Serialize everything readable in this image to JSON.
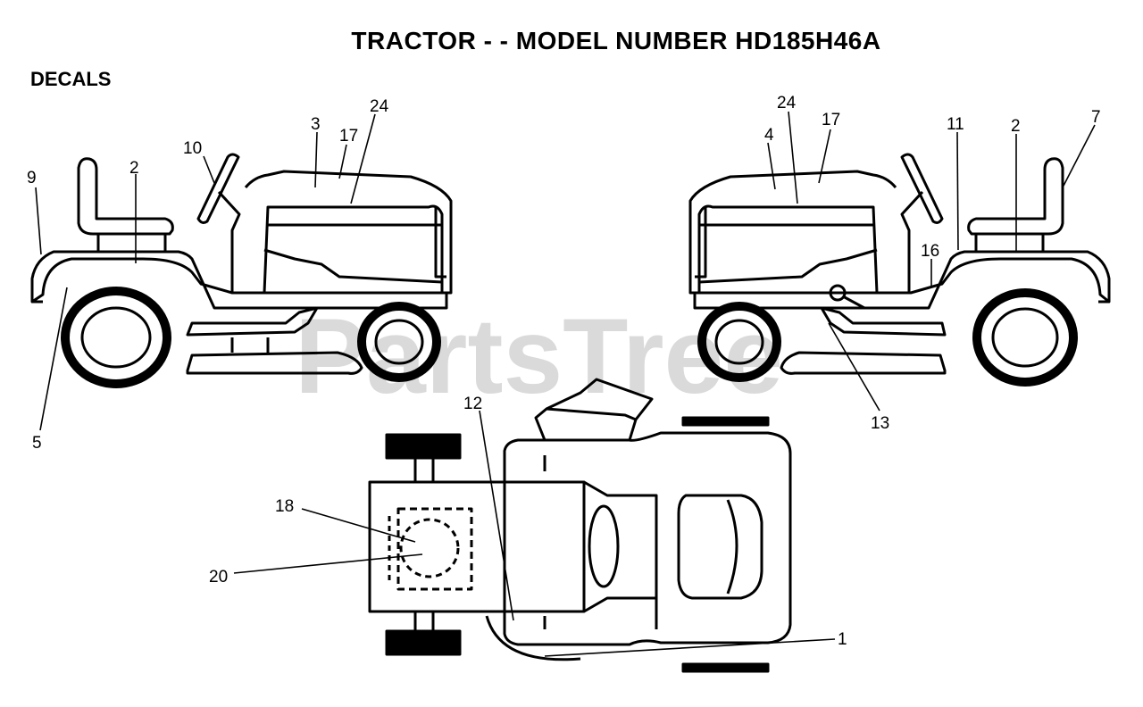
{
  "page": {
    "title": "TRACTOR - - MODEL NUMBER HD185H46A",
    "section": "DECALS",
    "watermark": "PartsTree"
  },
  "callouts": {
    "c9": "9",
    "c2a": "2",
    "c10": "10",
    "c3": "3",
    "c17a": "17",
    "c24a": "24",
    "c5": "5",
    "c24b": "24",
    "c4": "4",
    "c17b": "17",
    "c11": "11",
    "c2b": "2",
    "c7": "7",
    "c16": "16",
    "c13": "13",
    "c12": "12",
    "c18": "18",
    "c20": "20",
    "c1": "1"
  },
  "colors": {
    "line": "#000000",
    "watermark": "#bdbdbd"
  }
}
